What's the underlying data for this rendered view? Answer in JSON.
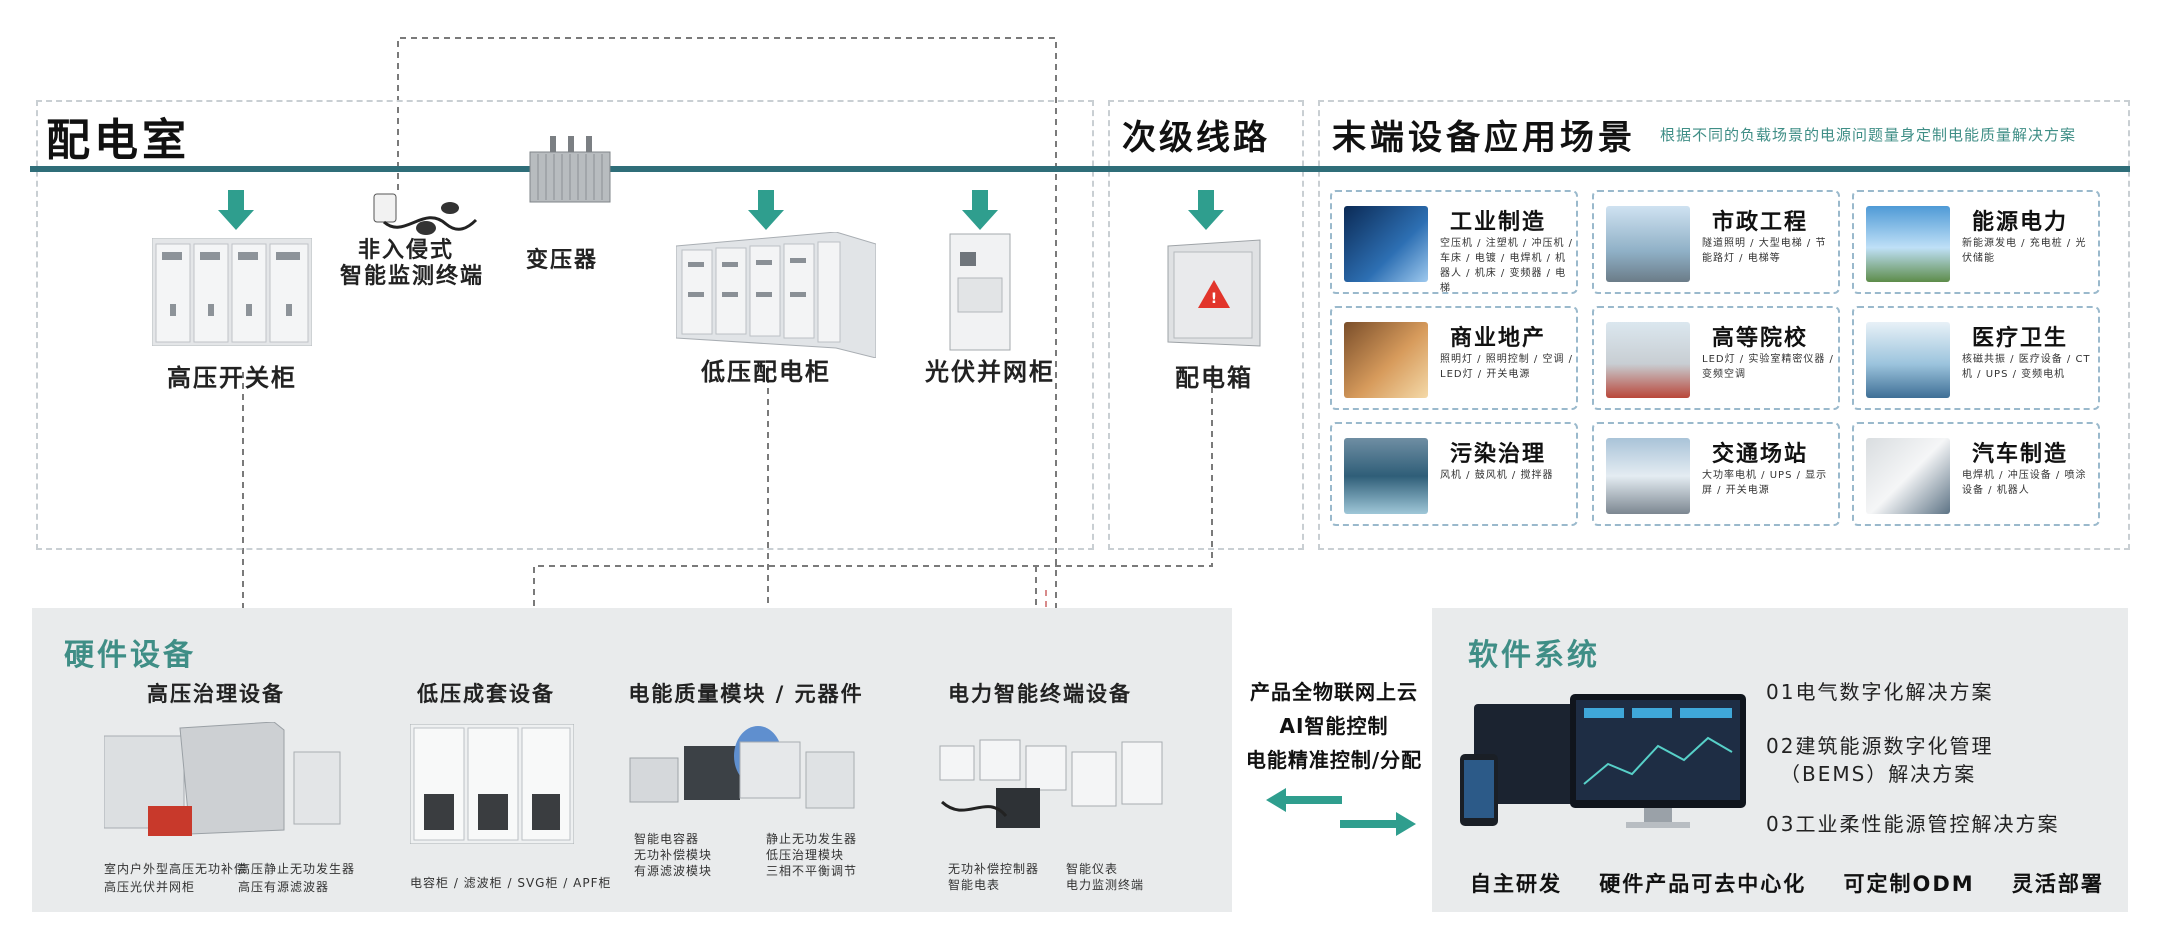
{
  "sections": {
    "distribution_room": "配电室",
    "secondary_line": "次级线路",
    "end_scenes": "末端设备应用场景",
    "end_scenes_sub": "根据不同的负载场景的电源问题量身定制电能质量解决方案"
  },
  "devices": {
    "hv_switch": "高压开关柜",
    "monitor_line1": "非入侵式",
    "monitor_line2": "智能监测终端",
    "transformer": "变压器",
    "lv_cabinet": "低压配电柜",
    "pv_cabinet": "光伏并网柜",
    "dist_box": "配电箱"
  },
  "scenes": [
    {
      "title": "工业制造",
      "desc": "空压机 / 注塑机 / 冲压机 / 车床 / 电镀 / 电焊机 / 机器人 / 机床 / 变频器 / 电梯"
    },
    {
      "title": "市政工程",
      "desc": "隧道照明 / 大型电梯 / 节能路灯 / 电梯等"
    },
    {
      "title": "能源电力",
      "desc": "新能源发电 / 充电桩 / 光伏储能"
    },
    {
      "title": "商业地产",
      "desc": "照明灯 / 照明控制 / 空调 / LED灯 / 开关电源"
    },
    {
      "title": "高等院校",
      "desc": "LED灯 / 实验室精密仪器 / 变频空调"
    },
    {
      "title": "医疗卫生",
      "desc": "核磁共振 / 医疗设备 / CT机 / UPS / 变频电机"
    },
    {
      "title": "污染治理",
      "desc": "风机 / 鼓风机 / 搅拌器"
    },
    {
      "title": "交通场站",
      "desc": "大功率电机 / UPS / 显示屏 / 开关电源"
    },
    {
      "title": "汽车制造",
      "desc": "电焊机 / 冲压设备 / 喷涂设备 / 机器人"
    }
  ],
  "hardware": {
    "title": "硬件设备",
    "groups": [
      {
        "title": "高压治理设备",
        "notes": [
          "室内户外型高压无功补偿",
          "高压光伏并网柜",
          "高压静止无功发生器",
          "高压有源滤波器"
        ]
      },
      {
        "title": "低压成套设备",
        "notes": [
          "电容柜 / 滤波柜 / SVG柜 / APF柜"
        ]
      },
      {
        "title": "电能质量模块 / 元器件",
        "notes": [
          "智能电容器",
          "无功补偿模块",
          "有源滤波模块",
          "静止无功发生器",
          "低压治理模块",
          "三相不平衡调节"
        ]
      },
      {
        "title": "电力智能终端设备",
        "notes": [
          "无功补偿控制器",
          "智能电表",
          "智能仪表",
          "电力监测终端"
        ]
      }
    ]
  },
  "middle": {
    "line1": "产品全物联网上云",
    "line2": "AI智能控制",
    "line3": "电能精准控制/分配"
  },
  "software": {
    "title": "软件系统",
    "items": [
      "01电气数字化解决方案",
      "02建筑能源数字化管理",
      "（BEMS）解决方案",
      "03工业柔性能源管控解决方案"
    ],
    "footer": "自主研发    硬件产品可去中心化    可定制ODM    灵活部署"
  },
  "colors": {
    "teal_line": "#2f6e79",
    "arrow_green": "#2f9e8e",
    "panel_title": "#3f8e86",
    "panel_bg": "#e9ebec"
  }
}
